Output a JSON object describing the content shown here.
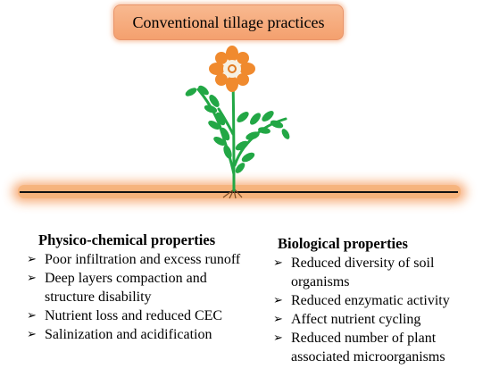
{
  "title": "Conventional tillage practices",
  "left": {
    "heading": "Physico-chemical properties",
    "items": [
      "Poor infiltration and excess runoff",
      "Deep layers compaction and structure disability",
      "Nutrient loss and reduced CEC",
      "Salinization and acidification"
    ]
  },
  "right": {
    "heading": "Biological properties",
    "items": [
      "Reduced diversity of soil organisms",
      "Reduced enzymatic activity",
      "Affect nutrient cycling",
      "Reduced number of plant associated microorganisms"
    ]
  },
  "colors": {
    "title_fill": "#f4a06e",
    "soil_glow": "#f6a166",
    "leaf": "#22a745",
    "petal": "#f08a2e"
  },
  "icons": [
    "flower-icon",
    "arrow-bullet-icon"
  ]
}
